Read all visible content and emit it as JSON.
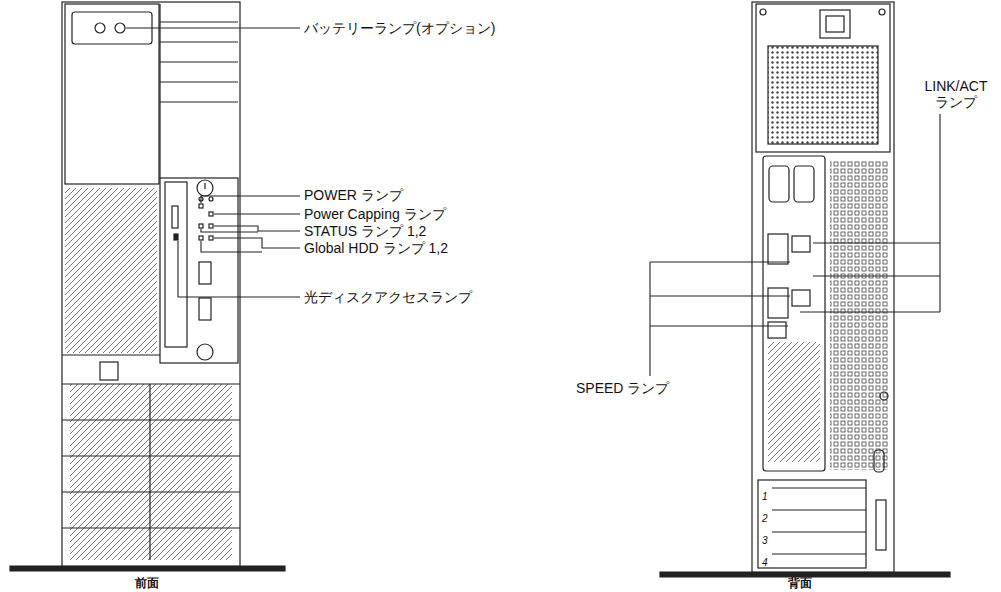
{
  "diagram": {
    "labels": [
      "バッテリーランプ(オプション)",
      "POWER ランプ",
      "Power Capping ランプ",
      "STATUS ランプ 1,2",
      "Global HDD ランプ 1,2",
      "光ディスクアクセスランプ",
      "LINK/ACT ランプ",
      "SPEED ランプ",
      "1",
      "2",
      "3",
      "4",
      "前面",
      "背面"
    ]
  }
}
